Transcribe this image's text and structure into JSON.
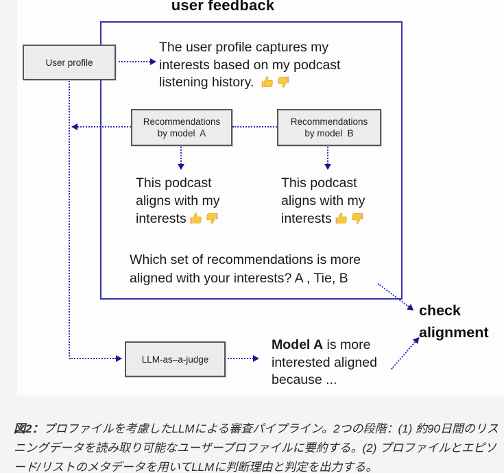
{
  "colors": {
    "accent_navy": "#3434a6",
    "arrow_blue": "#2e2ebc",
    "arrowhead_navy": "#19198a",
    "box_fill": "#ececec",
    "box_border": "#58585a",
    "page_bg": "#f5f4f2",
    "panel_bg": "#fdfdfd"
  },
  "diagram": {
    "title": "user feedback",
    "user_profile_label": "User profile",
    "profile_feedback": {
      "line1": "The user profile captures my",
      "line2": "interests based on my podcast",
      "line3": "listening history. "
    },
    "rec_a": {
      "line1": "Recommendations",
      "line2": "by model  A"
    },
    "rec_b": {
      "line1": "Recommendations",
      "line2": "by model  B"
    },
    "align_a": {
      "line1": "This podcast",
      "line2": "aligns with my",
      "line3": "interests"
    },
    "align_b": {
      "line1": "This podcast",
      "line2": "aligns with my",
      "line3": "interests"
    },
    "question": {
      "line1": "Which set of recommendations is more",
      "line2": "aligned with your interests? A , Tie, B"
    },
    "check_label": {
      "line1": "check",
      "line2": "alignment"
    },
    "llm_judge_label": "LLM-as–a-judge",
    "verdict": {
      "model": "Model A",
      "line1_rest": " is more",
      "line2": "interested aligned",
      "line3": "because ..."
    },
    "icons": {
      "up": "thumbs-up-icon",
      "down": "thumbs-down-icon"
    }
  },
  "caption": {
    "figure_label": "図2：",
    "line1": "プロファイルを考慮したLLMによる審査パイプライン。2つの段階：(1) 約90日間のリス",
    "line2": "ニングデータを読み取り可能なユーザープロファイルに要約する。(2) プロファイルとエピソ",
    "line3": "ード/リストのメタデータを用いてLLMに判断理由と判定を出力する。"
  }
}
